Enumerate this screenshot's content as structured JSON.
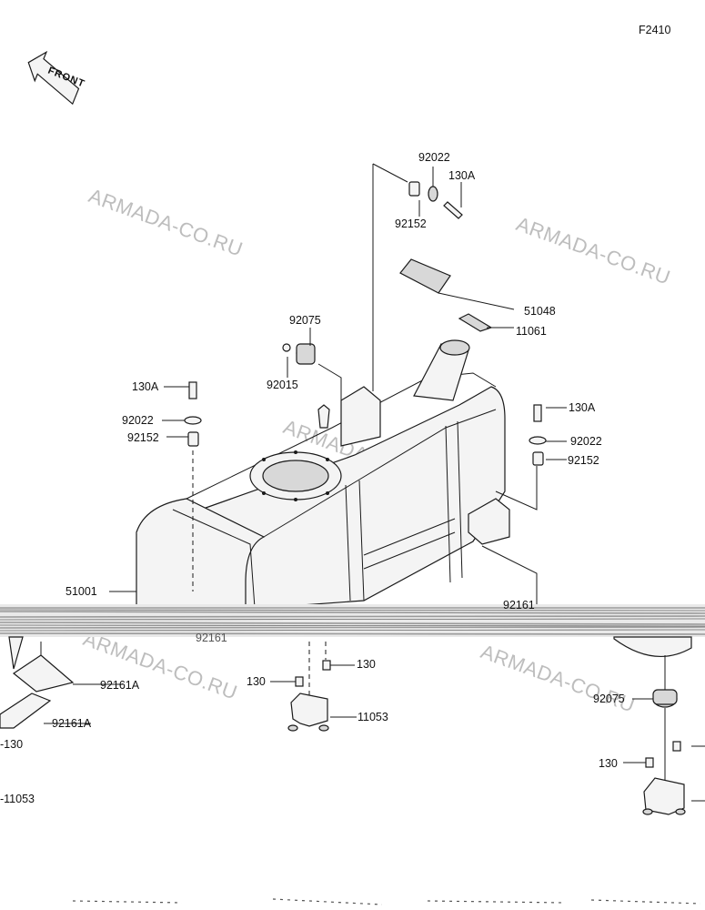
{
  "figure_code": "F2410",
  "front_arrow": "FRONT",
  "watermark": "ARMADA-CO.RU",
  "parts": {
    "p92022_top": "92022",
    "p130A_top": "130A",
    "p92152_top": "92152",
    "p51048": "51048",
    "p11061": "11061",
    "p92075_left": "92075",
    "p92015": "92015",
    "p130A_left": "130A",
    "p92022_left": "92022",
    "p92152_left": "92152",
    "p130A_right": "130A",
    "p92022_right": "92022",
    "p92152_right": "92152",
    "p51001": "51001",
    "p92161_mid": "92161",
    "p92161_cut": "92161",
    "p130_mid_r": "130",
    "p130_mid_l": "130",
    "p11053_mid": "11053",
    "p92161A_a": "92161A",
    "p92161A_b": "92161A",
    "p130_left_edge": "-130",
    "p11053_left_edge": "-11053",
    "p92075_right": "92075",
    "p130_right": "130"
  }
}
